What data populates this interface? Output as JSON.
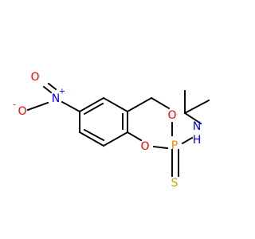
{
  "atoms": {
    "nitro_n": {
      "label": "N",
      "charge": "+",
      "color": "#0000ff"
    },
    "nitro_o_double": {
      "label": "O",
      "color": "#ff0000"
    },
    "nitro_o_single": {
      "label": "O",
      "charge": "-",
      "color": "#ff0000"
    },
    "ring_o_top": {
      "label": "O",
      "color": "#ff0000"
    },
    "ring_o_bottom": {
      "label": "O",
      "color": "#ff0000"
    },
    "phosphorus": {
      "label": "P",
      "color": "#ff8000"
    },
    "amine_n": {
      "label": "N",
      "color": "#0000ff"
    },
    "amine_h": {
      "label": "H",
      "color": "#0000ff"
    },
    "sulfur": {
      "label": "S",
      "color": "#c8a000"
    }
  }
}
